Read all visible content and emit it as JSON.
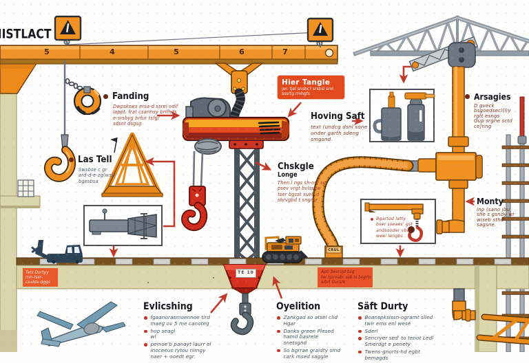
{
  "title": "MISTLACT",
  "beam": {
    "numbers": [
      "5",
      "4",
      "5",
      "6",
      "7"
    ]
  },
  "colors": {
    "orange": "#f09328",
    "orange_dark": "#d97b16",
    "red_accent": "#c0392b",
    "label_box_red": "#e2491d",
    "hoist_red": "#e04a1c",
    "maroon": "#8e2418",
    "tan": "#dcd6ac",
    "brown_band": "#77501f",
    "slate": "#4a525a",
    "steel_blue": "#6f9cb0",
    "navy": "#2c4257",
    "text_dark": "#14171c",
    "script_red": "#a03a26",
    "script_slate": "#46525f"
  },
  "labels": {
    "fanding": {
      "title": "Fanding",
      "lines": [
        "Dwpsksws ersa-d ssrel odif",
        "lappt. frat csarmsy brlfhds",
        "e-srsbyg  brfur tsfg/",
        "sdsnt dsgsg"
      ]
    },
    "las_tell": {
      "title": "Las Tell",
      "lines": [
        "Swsbse c gr",
        "ard-d-e-zg(ws)/",
        "bgesbsa"
      ]
    },
    "hier_tangle": {
      "title": "Hier Tangle",
      "lines": [
        "jer- tjel snsbc? srsbsl sml",
        "sssrtg rmhgfs"
      ]
    },
    "hoving_saft": {
      "title": "Hoving Saft",
      "lines": [
        "text (undcg dsnl sone",
        "under garth sdeng",
        "smgsnd."
      ]
    },
    "chskgle": {
      "title": "Chskgle",
      "subtitle": "Longe",
      "lines": [
        "Then.l ngs sh-osf sg",
        "psev vrgt  bvlssew",
        "tser bgsst sueb d",
        "shrvgbd t sngrbr"
      ]
    },
    "arsagies": {
      "title": "Arsagies",
      "lines": [
        "D gveck",
        "bsgoedsecl(l)y",
        "rgtt  esngs",
        "Gup  srgne sctd",
        "ce]nng"
      ]
    },
    "monty": {
      "title": "Monty",
      "lines": [
        "inp (sano  jbu",
        "she s gsndy wr",
        "wiseb  sthd",
        "sagsne."
      ]
    },
    "jib_note": {
      "lines": [
        "Bgartod  latty",
        "bser  sseaes' gst",
        "andsooder  vba:",
        "weei  lengbs ."
      ]
    },
    "pedestal_label": "CRUL",
    "base_plate_label": "TE 10",
    "floor_banner": {
      "lines": [
        "Apti  bevrsjd bsg",
        "ter tjsrvabr ssb is bsgrts",
        "wbrt  Gvrsrk"
      ]
    },
    "wall_note": {
      "lines": [
        "Tels Durtyy",
        "run-tssr-",
        "cuslda dggs"
      ]
    }
  },
  "sections": {
    "evlicshing": {
      "title": "Evlicshing",
      "bullets": [
        {
          "lines": [
            "fgaanorasmoennoe tird",
            "maeg ov 5 me  canoteg"
          ]
        },
        {
          "lines": [
            "hop seagl",
            "wl"
          ]
        },
        {
          "lines": [
            "pemse'b panayt laurr el",
            "inoceeus  rytou nimgy",
            "naer + ooedt egr."
          ]
        }
      ]
    },
    "oyelition": {
      "title": "Oyelition",
      "bullets": [
        {
          "lines": [
            "Zankgad so atsel clid",
            "Hgar"
          ]
        },
        {
          "lines": [
            "Danks green Plesed",
            "hamd  basrele",
            "snetsgnd"
          ]
        },
        {
          "lines": [
            "So bgrrae graidty smd",
            "cark msed saggle"
          ]
        }
      ]
    },
    "saft_durty": {
      "title": "Säft Durty",
      "bullets": [
        {
          "lines": [
            "Boanspksissn-ogramt slled",
            "twir ems  enl wesé"
          ]
        },
        {
          "lines": [
            "Sderl"
          ]
        },
        {
          "lines": [
            "Sencryer sed' to tenot Ledl",
            "Smerdgt  e penety"
          ]
        },
        {
          "lines": [
            "Twens-gnorts-hd  egbt",
            "bemagds"
          ]
        }
      ]
    }
  }
}
